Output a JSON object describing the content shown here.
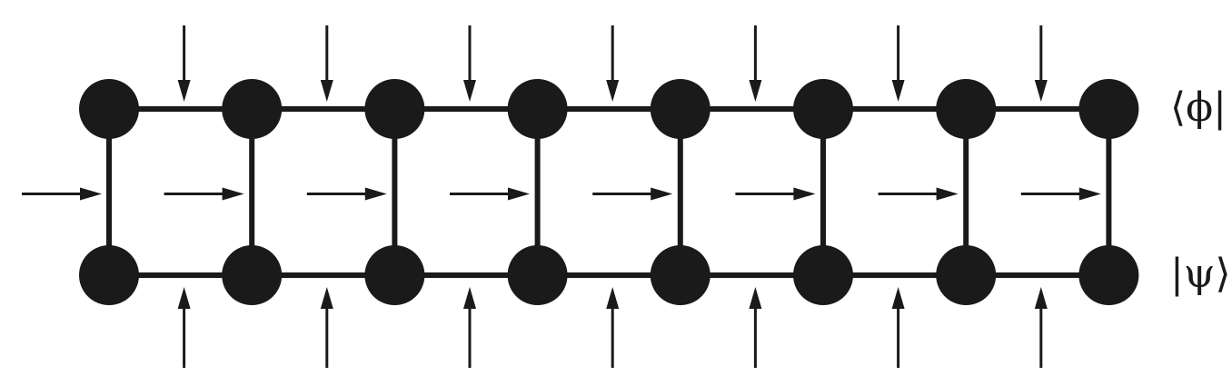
{
  "diagram": {
    "type": "tensor-network-ladder",
    "columns": 8,
    "rows": 2,
    "colors": {
      "ink": "#1a1a1a",
      "background": "#ffffff"
    },
    "labels": {
      "bra": "⟨ϕ|",
      "ket": "|ψ⟩"
    }
  }
}
